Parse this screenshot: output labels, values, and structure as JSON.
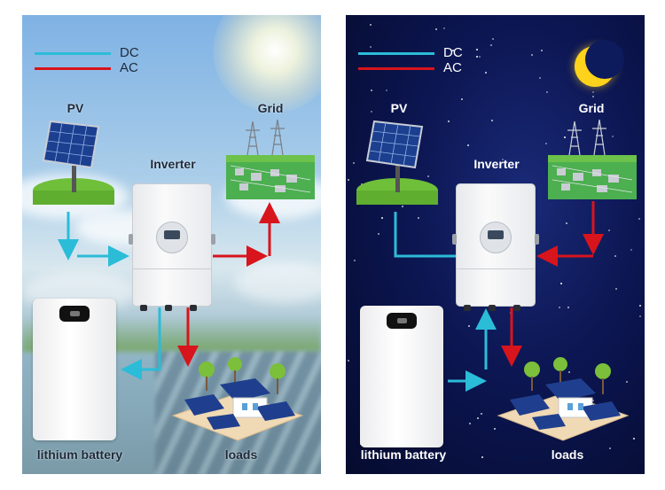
{
  "legend": {
    "dc_label": "DC",
    "ac_label": "AC",
    "dc_color": "#2bbcd8",
    "ac_color": "#d8141c"
  },
  "day": {
    "pv_label": "PV",
    "grid_label": "Grid",
    "inverter_label": "Inverter",
    "battery_label": "lithium battery",
    "loads_label": "loads"
  },
  "night": {
    "pv_label": "PV",
    "grid_label": "Grid",
    "inverter_label": "Inverter",
    "battery_label": "lithium battery",
    "loads_label": "loads"
  },
  "icons": {
    "day": "sun-icon",
    "night": "moon-icon",
    "pv": "solar-panel-icon",
    "grid": "power-grid-icon",
    "loads": "house-icon"
  }
}
